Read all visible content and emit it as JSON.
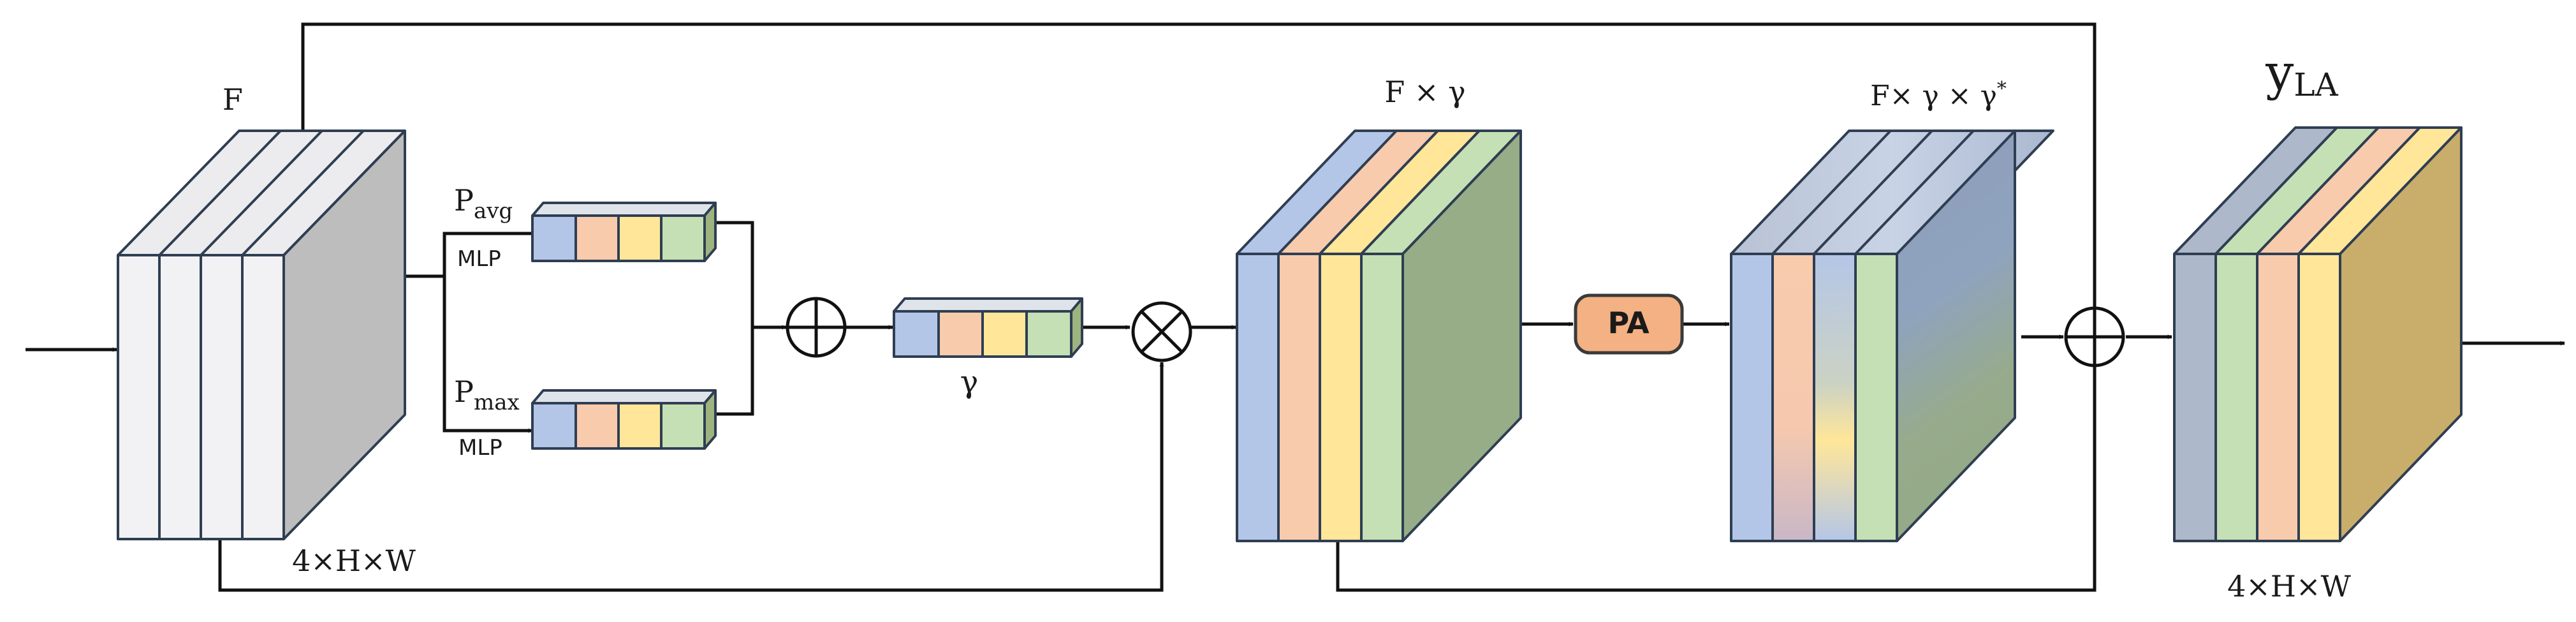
{
  "labels": {
    "F": "F",
    "input_dims": "4×H×W",
    "pavg_base": "P",
    "pavg_sub": "avg",
    "pmax_base": "P",
    "pmax_sub": "max",
    "mlp_top": "MLP",
    "mlp_bottom": "MLP",
    "gamma": "γ",
    "f_gamma": "F × γ",
    "f_gamma_gamma_star": "F× γ × γ",
    "f_gamma_gamma_star_sup": "*",
    "pa_block": "PA",
    "output_base": "y",
    "output_sub": "LA",
    "output_dims": "4×H×W"
  },
  "colors": {
    "blue": "#b4c6e7",
    "peach": "#f8cbad",
    "yellow": "#ffe699",
    "green": "#c5e0b4",
    "input_slice": "#f2f2f4",
    "input_side": "#bdbdbd",
    "fgamma_side": "#97ad88",
    "slate": "#adb9ca",
    "gold": "#c9ad6b",
    "pa_fill": "#f4b183",
    "outline": "#2f3e52"
  }
}
